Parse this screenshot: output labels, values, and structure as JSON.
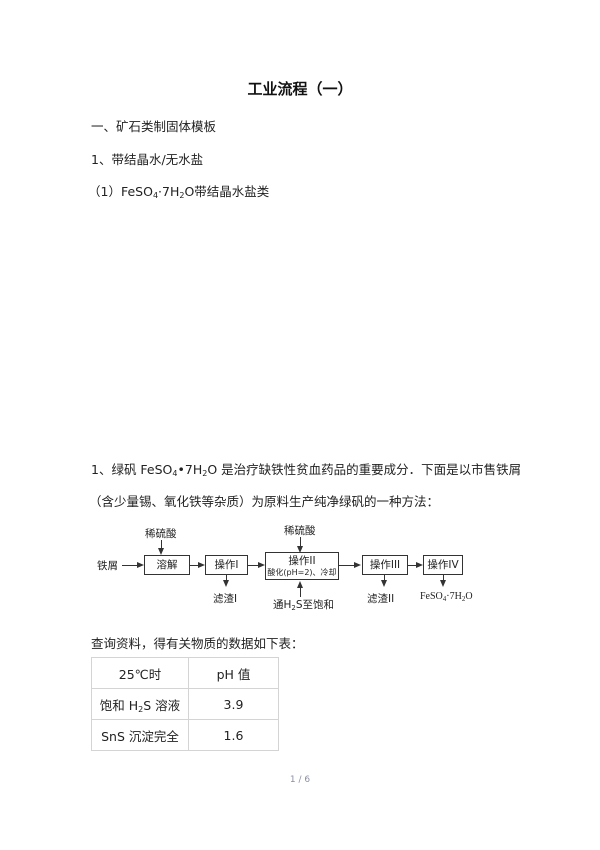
{
  "document": {
    "title": "工业流程（一）",
    "section_heading": "一、矿石类制固体模板",
    "subsection_heading": "1、带结晶水/无水盐",
    "item_heading": {
      "prefix": "（1）FeSO",
      "sub1": "4",
      "mid": "·7H",
      "sub2": "2",
      "suffix": "O带结晶水盐类"
    },
    "question": {
      "line1_prefix": "1、绿矾 FeSO",
      "line1_sub1": "4",
      "line1_mid": "•7H",
      "line1_sub2": "2",
      "line1_suffix": "O 是治疗缺铁性贫血药品的重要成分．下面是以市售铁屑",
      "line2": "（含少量锡、氧化铁等杂质）为原料生产纯净绿矾的一种方法："
    },
    "flowchart": {
      "input": "铁屑",
      "acid_1": "稀硫酸",
      "step_dissolve": "溶解",
      "step_op1": "操作I",
      "residue_1": "滤渣I",
      "acid_2": "稀硫酸",
      "step_op2": "操作II",
      "step_op2_note": "酸化(pH=2)、冷却",
      "gas_input_prefix": "通H",
      "gas_input_sub": "2",
      "gas_input_suffix": "S至饱和",
      "step_op3": "操作III",
      "residue_2": "滤渣II",
      "step_op4": "操作IV",
      "product_prefix": "FeSO",
      "product_sub1": "4",
      "product_mid": "·7H",
      "product_sub2": "2",
      "product_suffix": "O"
    },
    "table_intro": "查询资料，得有关物质的数据如下表：",
    "table": {
      "headers": [
        "25℃时",
        "pH 值"
      ],
      "rows": [
        {
          "name_prefix": "饱和 H",
          "name_sub": "2",
          "name_suffix": "S 溶液",
          "value": "3.9"
        },
        {
          "name_prefix": "SnS 沉淀完全",
          "name_sub": "",
          "name_suffix": "",
          "value": "1.6"
        }
      ]
    },
    "page_number": "1 / 6"
  }
}
